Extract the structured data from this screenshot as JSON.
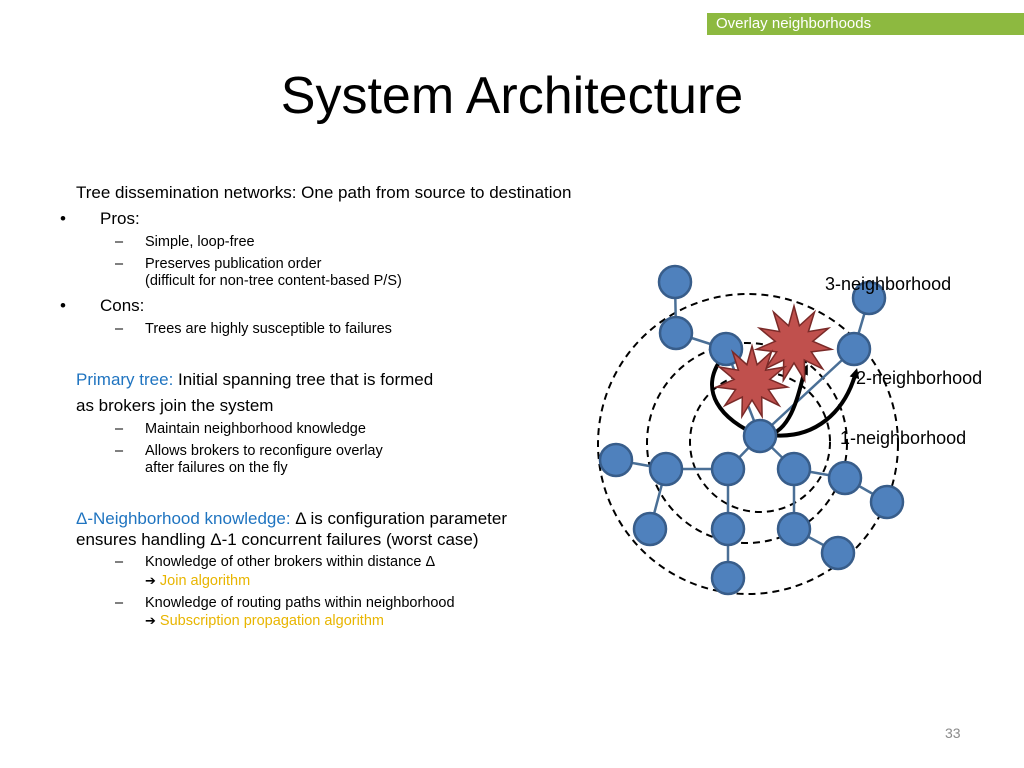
{
  "header_tag": "Overlay neighborhoods",
  "title": "System Architecture",
  "intro": "Tree dissemination networks: One path from source to destination",
  "pros": {
    "label": "Pros:",
    "items": [
      "Simple, loop-free",
      "Preserves publication order",
      "(difficult for non-tree  content-based P/S)"
    ]
  },
  "cons": {
    "label": "Cons:",
    "items": [
      "Trees are highly susceptible to failures"
    ]
  },
  "primary": {
    "term": "Primary tree:",
    "text1": "Initial spanning tree that is formed",
    "text2": "as brokers join the system",
    "items": [
      "Maintain neighborhood knowledge",
      "Allows brokers to reconfigure overlay",
      "after failures on the fly"
    ]
  },
  "delta": {
    "term": "Δ-Neighborhood knowledge:",
    "text1": "Δ is configuration parameter",
    "text2": "ensures handling Δ-1  concurrent failures (worst case)",
    "item1": "Knowledge of other brokers within distance Δ",
    "item1_link": "Join algorithm",
    "item2": "Knowledge of routing paths within neighborhood",
    "item2_link": "Subscription  propagation algorithm"
  },
  "bullet": "•",
  "dash": "–",
  "arrow": "➔",
  "diagram": {
    "labels": [
      "3-neighborhood",
      "2-neighborhood",
      "1-neighborhood"
    ],
    "node_color": "#4f81bd",
    "node_stroke": "#385d8a",
    "edge_color": "#4a6f96",
    "failure_color": "#c0504d"
  },
  "page_number": "33"
}
